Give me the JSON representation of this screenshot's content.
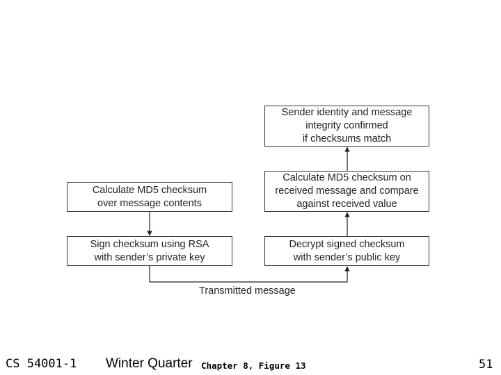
{
  "diagram": {
    "boxes": {
      "verify_result": "Sender identity and message\nintegrity confirmed\nif checksums match",
      "calc_md5_receiver": "Calculate MD5 checksum on\nreceived message and compare\nagainst received value",
      "decrypt": "Decrypt signed checksum\nwith sender’s public key",
      "calc_md5_sender": "Calculate MD5 checksum\nover message contents",
      "sign": "Sign checksum using RSA\nwith sender’s private key"
    },
    "transmitted_label": "Transmitted message"
  },
  "footer": {
    "course": "CS 54001-1",
    "term": "Winter Quarter",
    "reference": "Chapter 8, Figure 13",
    "page_number": "51"
  }
}
